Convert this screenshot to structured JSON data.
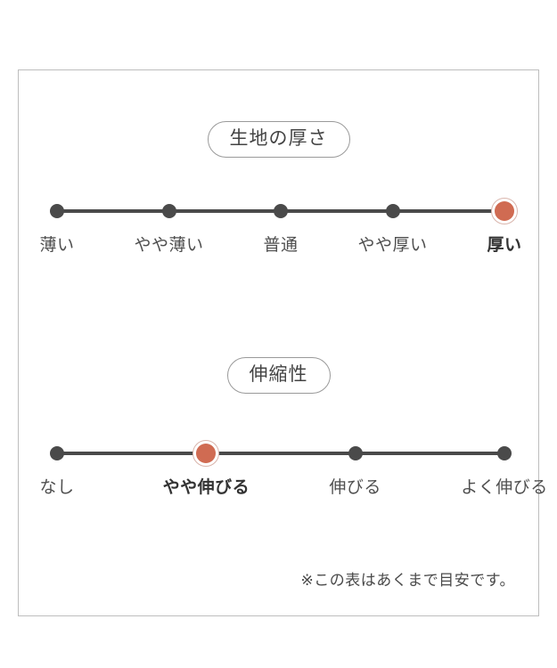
{
  "chart_data": [
    {
      "type": "scale",
      "title": "生地の厚さ",
      "categories": [
        "薄い",
        "やや薄い",
        "普通",
        "やや厚い",
        "厚い"
      ],
      "values": [
        0,
        0,
        0,
        0,
        1
      ],
      "selected_index": 4,
      "selected_label": "厚い",
      "xlabel": "",
      "ylabel": "",
      "grid": false,
      "legend": "none",
      "colors": {
        "inactive_dot": "#4a4a4a",
        "active_dot": "#d06b52",
        "active_ring": "#d9b5ac",
        "track": "#4a4a4a"
      }
    },
    {
      "type": "scale",
      "title": "伸縮性",
      "categories": [
        "なし",
        "やや伸びる",
        "伸びる",
        "よく伸びる"
      ],
      "values": [
        0,
        1,
        0,
        0
      ],
      "selected_index": 1,
      "selected_label": "やや伸びる",
      "xlabel": "",
      "ylabel": "",
      "grid": false,
      "legend": "none",
      "colors": {
        "inactive_dot": "#4a4a4a",
        "active_dot": "#d06b52",
        "active_ring": "#d9b5ac",
        "track": "#4a4a4a"
      }
    }
  ],
  "panel": {
    "thickness": {
      "pill_label": "生地の厚さ",
      "labels": [
        "薄い",
        "やや薄い",
        "普通",
        "やや厚い",
        "厚い"
      ],
      "selected_index": 4
    },
    "stretch": {
      "pill_label": "伸縮性",
      "labels": [
        "なし",
        "やや伸びる",
        "伸びる",
        "よく伸びる"
      ],
      "selected_index": 1
    },
    "footnote": "※この表はあくまで目安です。"
  }
}
